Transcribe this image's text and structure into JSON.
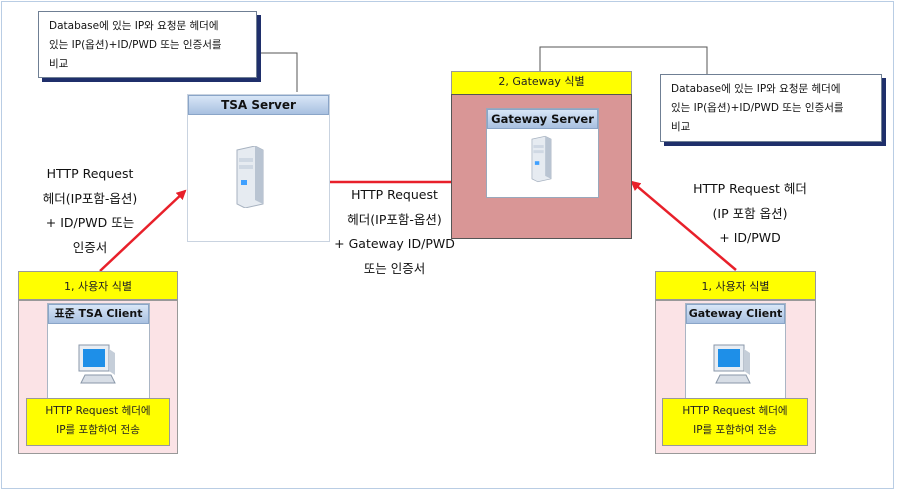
{
  "notes": {
    "left": {
      "line1": "Database에 있는 IP와 요청문 헤더에",
      "line2": "있는 IP(옵션)+ID/PWD 또는 인증서를",
      "line3": "비교"
    },
    "right": {
      "line1": "Database에 있는 IP와 요청문 헤더에",
      "line2": "있는 IP(옵션)+ID/PWD 또는 인증서를",
      "line3": "비교"
    }
  },
  "tsa_server": {
    "title": "TSA Server",
    "icon": "server-icon"
  },
  "gateway": {
    "step_label": "2, Gateway 식별",
    "title": "Gateway  Server",
    "icon": "server-icon"
  },
  "left_client": {
    "step_label": "1, 사용자 식별",
    "title": "표준 TSA Client",
    "icon": "monitor-icon",
    "desc1": "HTTP Request 헤더에",
    "desc2": "IP를 포함하여 전송"
  },
  "right_client": {
    "step_label": "1, 사용자 식별",
    "title": "Gateway Client",
    "icon": "monitor-icon",
    "desc1": "HTTP Request 헤더에",
    "desc2": "IP를 포함하여 전송"
  },
  "arrows": {
    "left": {
      "line1": "HTTP Request",
      "line2": "헤더(IP포함-옵션)",
      "line3": "+ ID/PWD 또는",
      "line4": "인증서"
    },
    "middle": {
      "line1": "HTTP Request",
      "line2": "헤더(IP포함-옵션)",
      "line3": "+ Gateway ID/PWD",
      "line4": "또는 인증서"
    },
    "right": {
      "line1": "HTTP Request 헤더",
      "line2": "(IP 포함 옵션)",
      "line3": "+ ID/PWD"
    }
  },
  "colors": {
    "arrow": "#e8202a",
    "yellow": "#ffff00",
    "gateway_bg": "#d99696",
    "client_bg": "#fbe3e6",
    "note_shadow": "#1f2f6b"
  }
}
